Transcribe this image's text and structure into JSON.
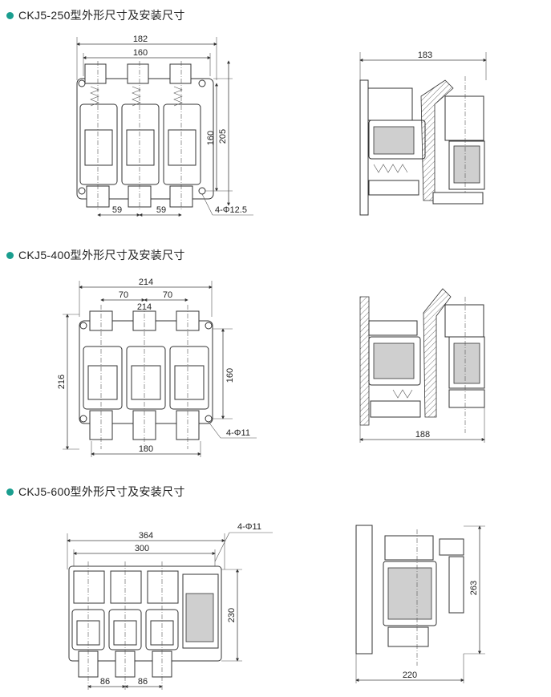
{
  "accent_color": "#1a9e8f",
  "sections": [
    {
      "title": "CKJ5-250型外形尺寸及安装尺寸",
      "front": {
        "overall_width": "182",
        "inner_width": "160",
        "height_inner": "160",
        "height_overall": "205",
        "pitch_left": "59",
        "pitch_right": "59",
        "holes": "4-Φ12.5"
      },
      "side": {
        "depth": "183"
      }
    },
    {
      "title": "CKJ5-400型外形尺寸及安装尺寸",
      "front": {
        "overall_width": "214",
        "pitch_left": "70",
        "mid_width": "214",
        "pitch_right": "70",
        "height_overall": "216",
        "height_inner": "160",
        "bottom_width": "180",
        "holes": "4-Φ11"
      },
      "side": {
        "depth": "188"
      }
    },
    {
      "title": "CKJ5-600型外形尺寸及安装尺寸",
      "front": {
        "overall_width": "364",
        "inner_width": "300",
        "holes": "4-Φ11",
        "height_inner": "230",
        "pitch_left": "86",
        "pitch_right": "86"
      },
      "side": {
        "height": "263",
        "depth": "220"
      }
    }
  ]
}
